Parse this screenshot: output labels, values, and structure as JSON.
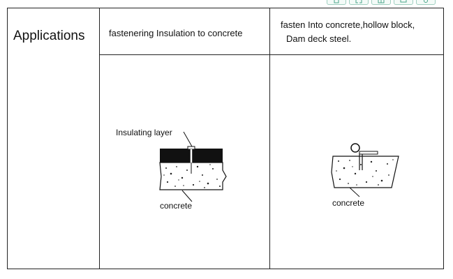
{
  "toolbar": {
    "buttons": [
      {
        "icon": "home-icon"
      },
      {
        "icon": "expand-icon"
      },
      {
        "icon": "compare-icon"
      },
      {
        "icon": "window-icon"
      },
      {
        "icon": "gear-icon"
      }
    ],
    "accent": "#9fcfc0"
  },
  "table": {
    "row_label": "Applications",
    "columns": [
      {
        "application": "fastenering Insulation to concrete",
        "figure": {
          "insulation_label": "Insulating layer",
          "base_label": "concrete"
        }
      },
      {
        "application_line1": "fasten Into concrete,hollow block,",
        "application_line2": "Dam deck steel.",
        "figure": {
          "base_label": "concrete"
        }
      }
    ]
  }
}
